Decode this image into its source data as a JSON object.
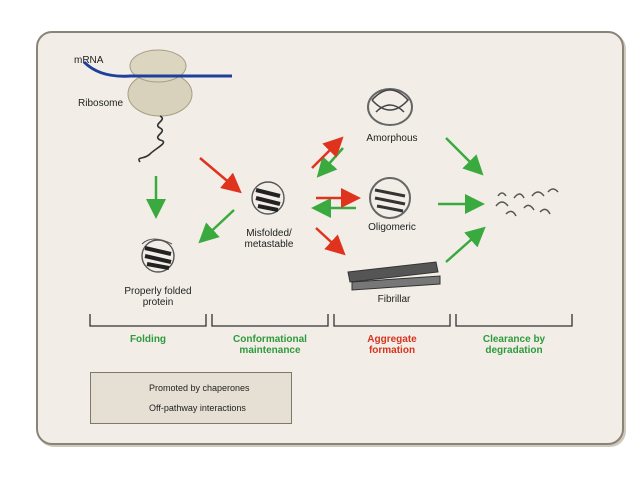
{
  "labels": {
    "mrna": "mRNA",
    "ribosome": "Ribosome",
    "properly_folded": "Properly folded protein",
    "misfolded": "Misfolded/ metastable",
    "amorphous": "Amorphous",
    "oligomeric": "Oligomeric",
    "fibrillar": "Fibrillar"
  },
  "stages": [
    {
      "label": "Folding",
      "color": "#2e9a3c"
    },
    {
      "label": "Conformational maintenance",
      "color": "#2e9a3c"
    },
    {
      "label": "Aggregate formation",
      "color": "#d8331f"
    },
    {
      "label": "Clearance by degradation",
      "color": "#2e9a3c"
    }
  ],
  "legend": [
    {
      "label": "Promoted by chaperones",
      "color": "#3aaa3f"
    },
    {
      "label": "Off-pathway interactions",
      "color": "#e0331e"
    }
  ],
  "colors": {
    "green": "#3aaa3f",
    "red": "#e0331e",
    "mrna": "#1f3f9e",
    "panel": "#f2eee7"
  }
}
